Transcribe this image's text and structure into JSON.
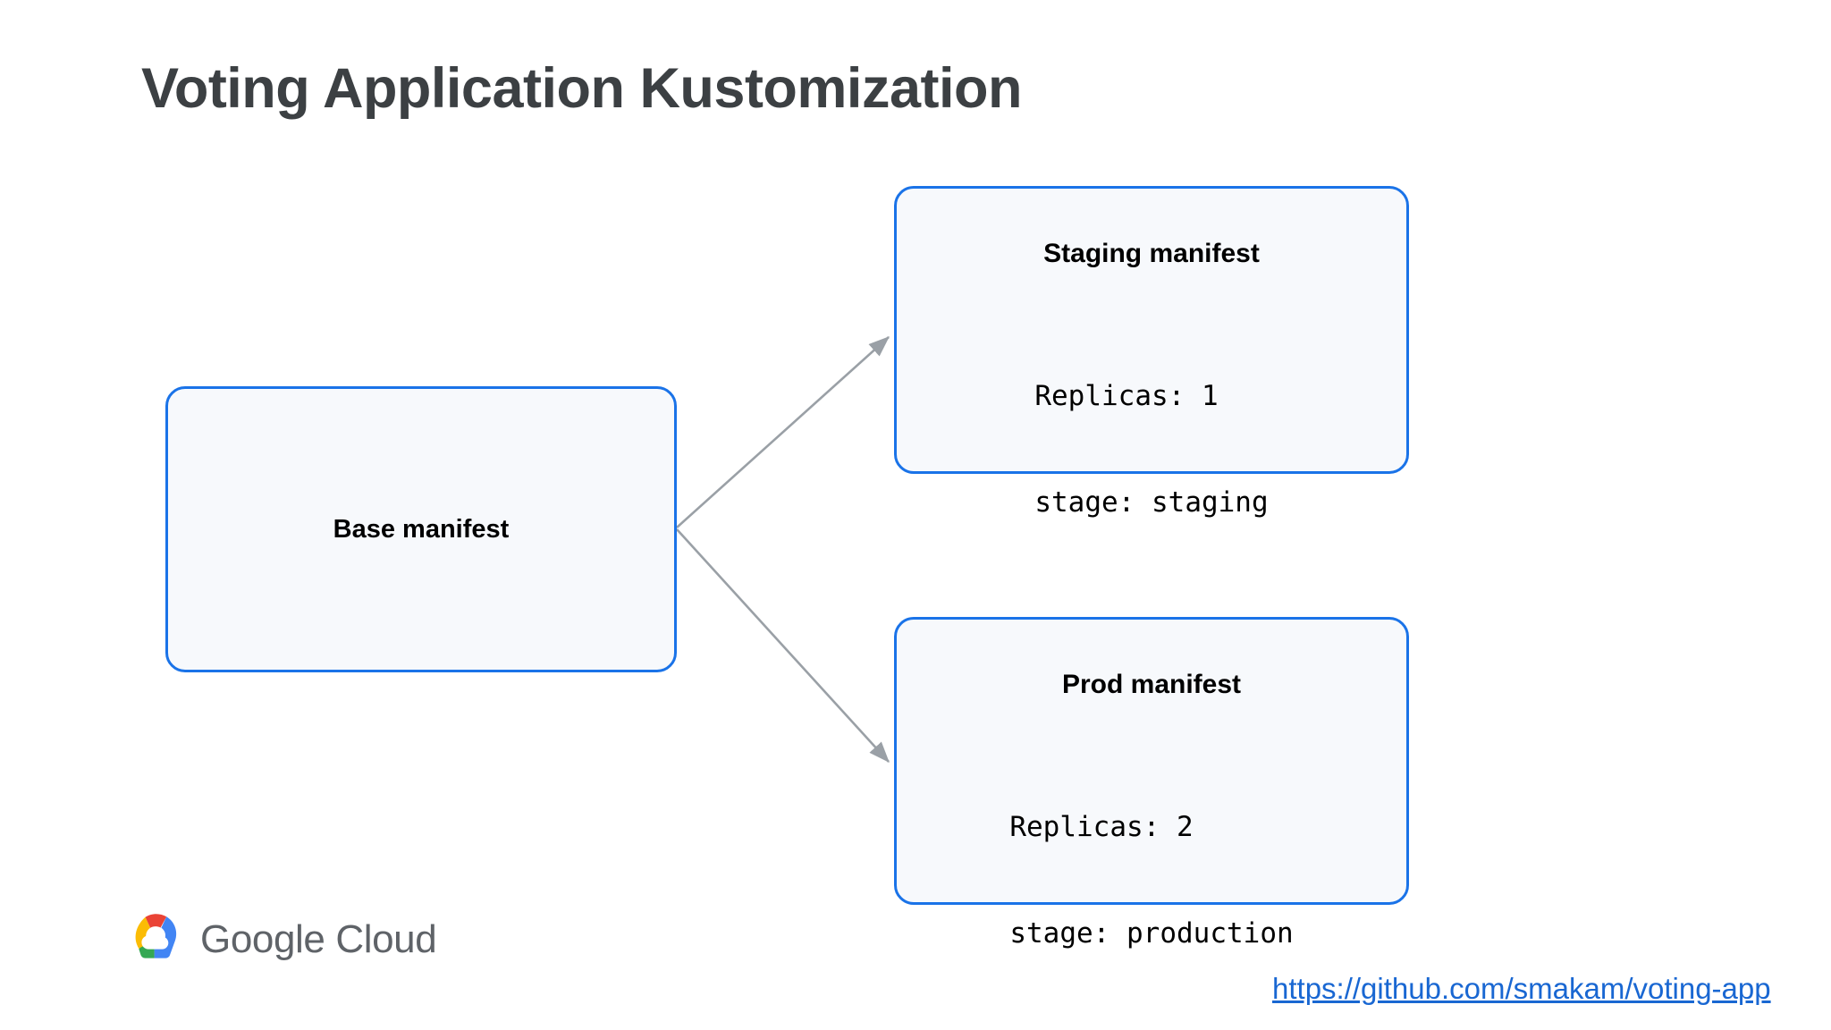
{
  "slide": {
    "title": "Voting Application Kustomization",
    "background_color": "#ffffff",
    "title_color": "#3c4043"
  },
  "theme": {
    "box_border_color": "#1a73e8",
    "box_fill_color": "#f7f9fc",
    "connector_color": "#9aa0a6",
    "link_color": "#1967d2",
    "logo_text_color": "#5f6368"
  },
  "diagram": {
    "base": {
      "label": "Base manifest"
    },
    "staging": {
      "heading": "Staging manifest",
      "code_line_1": "Replicas: 1",
      "code_line_2": "stage: staging"
    },
    "prod": {
      "heading": "Prod manifest",
      "code_line_1": "Replicas: 2",
      "code_line_2": "stage: production"
    },
    "connectors": [
      {
        "name": "base-to-staging",
        "from": "base",
        "to": "staging"
      },
      {
        "name": "base-to-prod",
        "from": "base",
        "to": "prod"
      }
    ]
  },
  "footer": {
    "logo_google": "Google",
    "logo_cloud": "Cloud",
    "link_text": "https://github.com/smakam/voting-app"
  }
}
